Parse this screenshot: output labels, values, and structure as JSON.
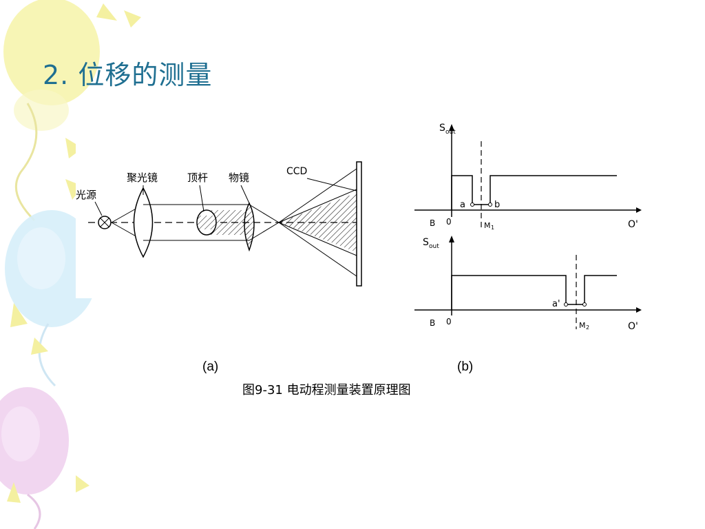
{
  "slide": {
    "title": "2.  位移的测量",
    "caption_a": "(a)",
    "caption_b": "(b)",
    "caption": "图9-31  电动程测量装置原理图"
  },
  "diagram_a": {
    "labels": {
      "light_source": "光源",
      "condenser_lens": "聚光镜",
      "probe_rod": "顶杆",
      "objective_lens": "物镜",
      "ccd": "CCD"
    }
  },
  "diagram_b": {
    "top": {
      "y_label": "S",
      "y_sub": "out",
      "label_a": "a",
      "label_b": "b",
      "label_b_axis": "B",
      "label_origin": "0",
      "label_m": "M",
      "label_m_sub": "1",
      "label_o": "O'"
    },
    "bottom": {
      "y_label": "S",
      "y_sub": "out",
      "label_a": "a'",
      "label_b_axis": "B",
      "label_origin": "0",
      "label_m": "M",
      "label_m_sub": "2",
      "label_o": "O'"
    }
  },
  "colors": {
    "title": "#1f6f91",
    "balloon_yellow": "#f6f3a8",
    "balloon_blue": "#d6eef9",
    "balloon_pink": "#f0d2ee"
  }
}
